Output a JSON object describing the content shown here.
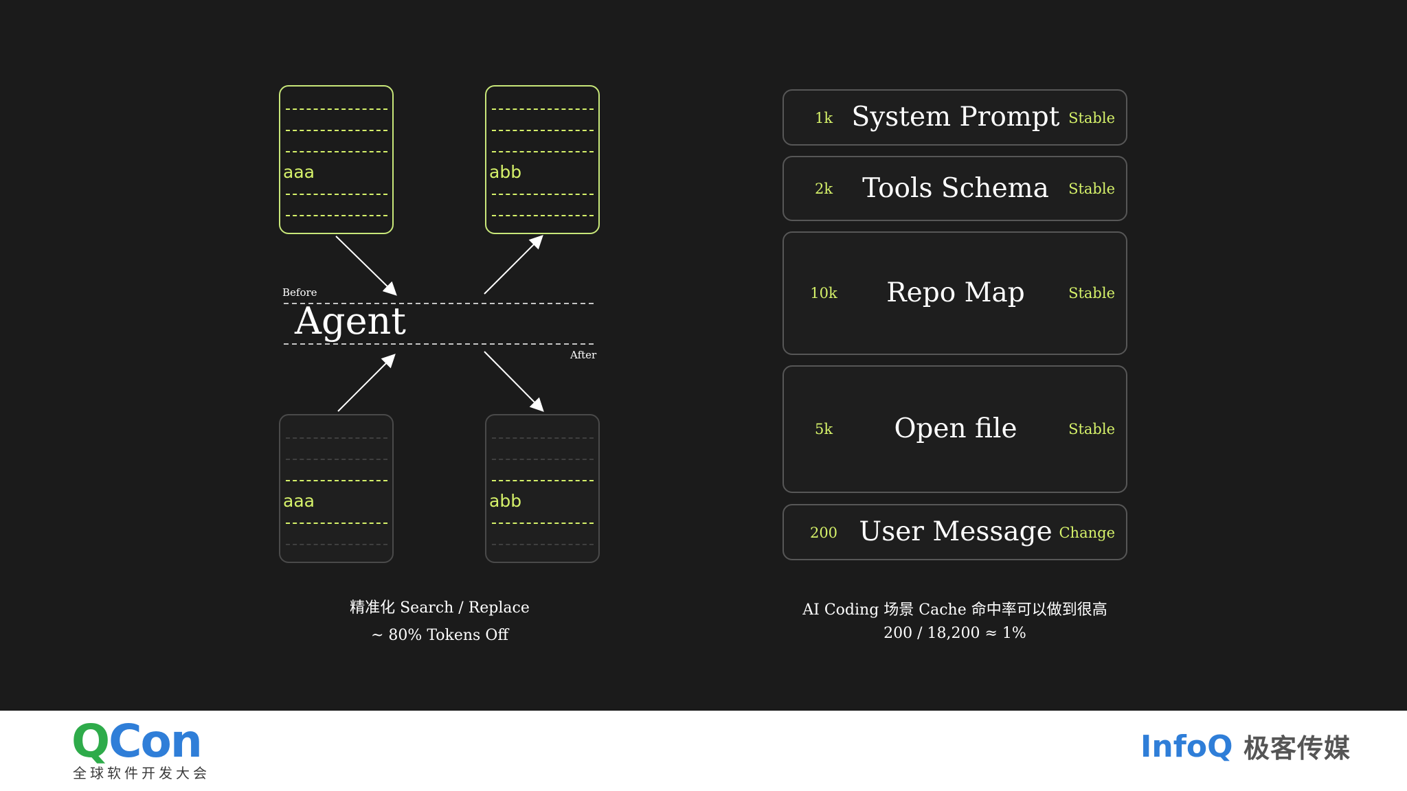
{
  "left": {
    "docs": [
      {
        "label": "aaa",
        "state": "active"
      },
      {
        "label": "abb",
        "state": "active"
      },
      {
        "label": "aaa",
        "state": "dim"
      },
      {
        "label": "abb",
        "state": "dim"
      }
    ],
    "agent_label": "Agent",
    "before_label": "Before",
    "after_label": "After",
    "caption_line1": "精准化 Search / Replace",
    "caption_line2": "~ 80% Tokens Off"
  },
  "right": {
    "items": [
      {
        "tokens": "1k",
        "name": "System Prompt",
        "status": "Stable"
      },
      {
        "tokens": "2k",
        "name": "Tools Schema",
        "status": "Stable"
      },
      {
        "tokens": "10k",
        "name": "Repo Map",
        "status": "Stable"
      },
      {
        "tokens": "5k",
        "name": "Open file",
        "status": "Stable"
      },
      {
        "tokens": "200",
        "name": "User Message",
        "status": "Change"
      }
    ],
    "caption_line1": "AI Coding 场景 Cache 命中率可以做到很高",
    "caption_line2": "200 / 18,200 ≈ 1%"
  },
  "footer": {
    "qcon_q": "Q",
    "qcon_con": "Con",
    "qcon_sub": "全球软件开发大会",
    "infoq": "InfoQ",
    "infoq_cn": "极客传媒"
  },
  "colors": {
    "background": "#1b1b1b",
    "accent": "#d6f26a",
    "qcon_green": "#2eab4a",
    "brand_blue": "#2f7ed8"
  }
}
